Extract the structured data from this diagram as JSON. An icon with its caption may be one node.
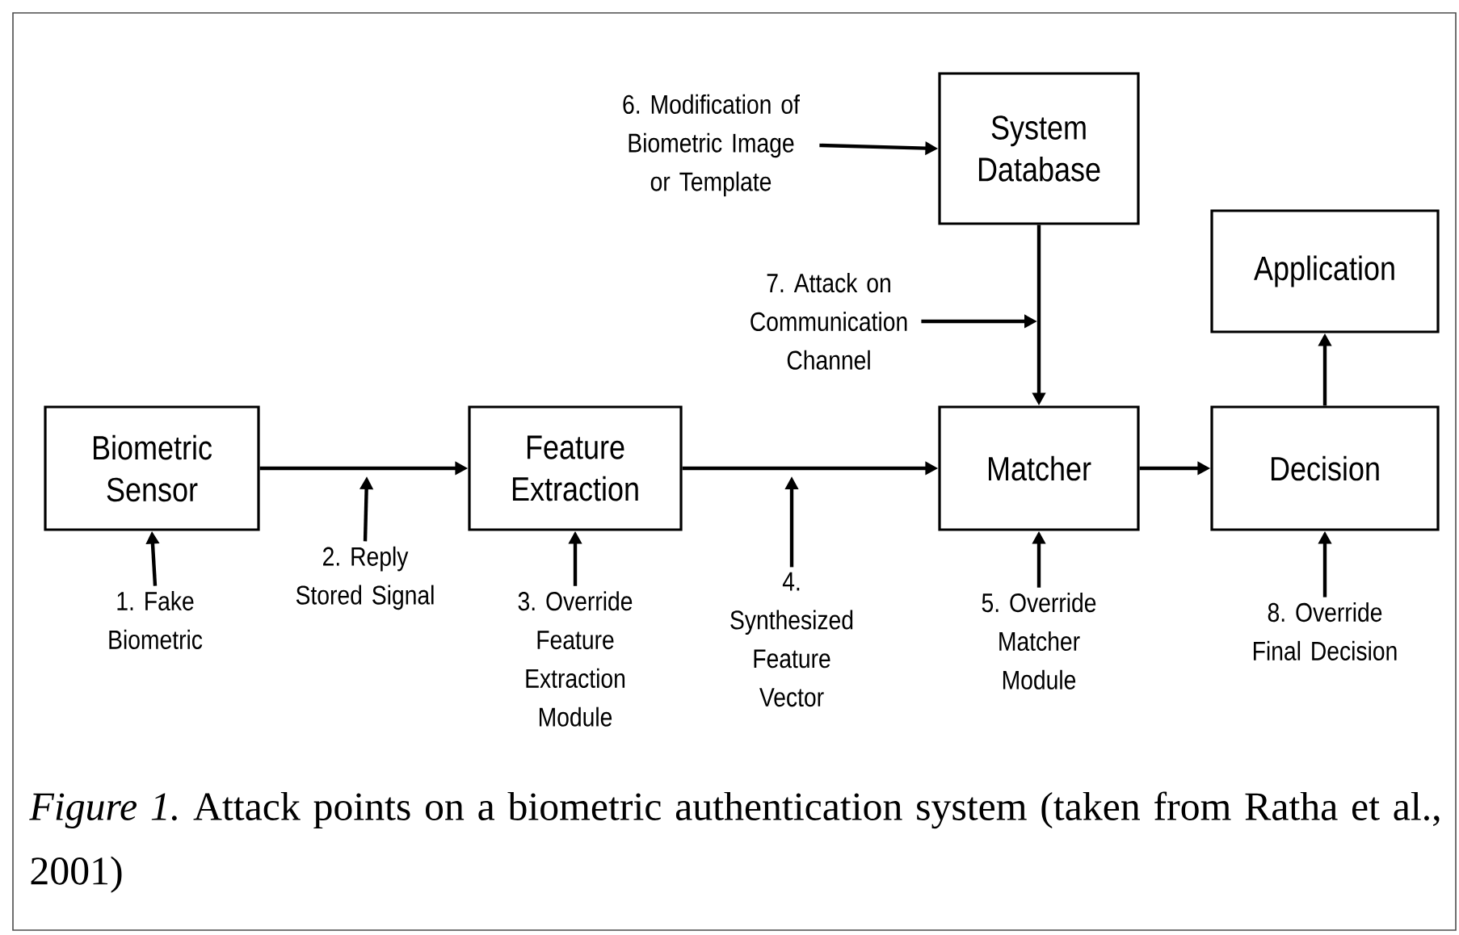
{
  "diagram": {
    "nodes": [
      {
        "text": [
          "6. Modification of Biometric Image or Template"
        ]
      },
      {
        "text": [
          "System Database"
        ]
      },
      {
        "text": [
          "Application"
        ]
      },
      {
        "text": [
          "7. Attack on Communication Channel"
        ]
      },
      {
        "text": [
          "Biometric Sensor"
        ]
      },
      {
        "text": [
          "Feature Extraction"
        ]
      },
      {
        "text": [
          "Matcher"
        ]
      },
      {
        "text": [
          "Decision"
        ]
      },
      {
        "text": [
          "1. Fake Biometric"
        ]
      },
      {
        "text": [
          "2. Reply Stored Signal"
        ]
      },
      {
        "text": [
          "3. Override Feature Extraction Module"
        ]
      },
      {
        "text": [
          "4. Synthesized Feature Vector"
        ]
      },
      {
        "text": [
          "5. Override Matcher Module"
        ]
      },
      {
        "text": [
          "8. Override Final Decision"
        ]
      }
    ],
    "edges": [
      {
        "from": 4,
        "to": 5,
        "arrow": "to"
      },
      {
        "from": 5,
        "to": 6,
        "arrow": "to"
      },
      {
        "from": 1,
        "to": 6,
        "arrow": "to"
      },
      {
        "from": 6,
        "to": 7,
        "arrow": "to"
      },
      {
        "from": 7,
        "to": 2,
        "arrow": "to"
      },
      {
        "from": 0,
        "to": 1,
        "arrow": "to"
      },
      {
        "from": 3,
        "to": null,
        "arrow": "to"
      },
      {
        "from": 8,
        "to": 4,
        "arrow": "to"
      },
      {
        "from": 9,
        "to": null,
        "arrow": "to"
      },
      {
        "from": 10,
        "to": 5,
        "arrow": "to"
      },
      {
        "from": 11,
        "to": null,
        "arrow": "to"
      },
      {
        "from": 12,
        "to": 6,
        "arrow": "to"
      },
      {
        "from": 13,
        "to": 7,
        "arrow": "to"
      }
    ],
    "caption": "*Figure 1.* Attack points on a biometric authentication system (taken from Ratha et al., 2001)"
  }
}
